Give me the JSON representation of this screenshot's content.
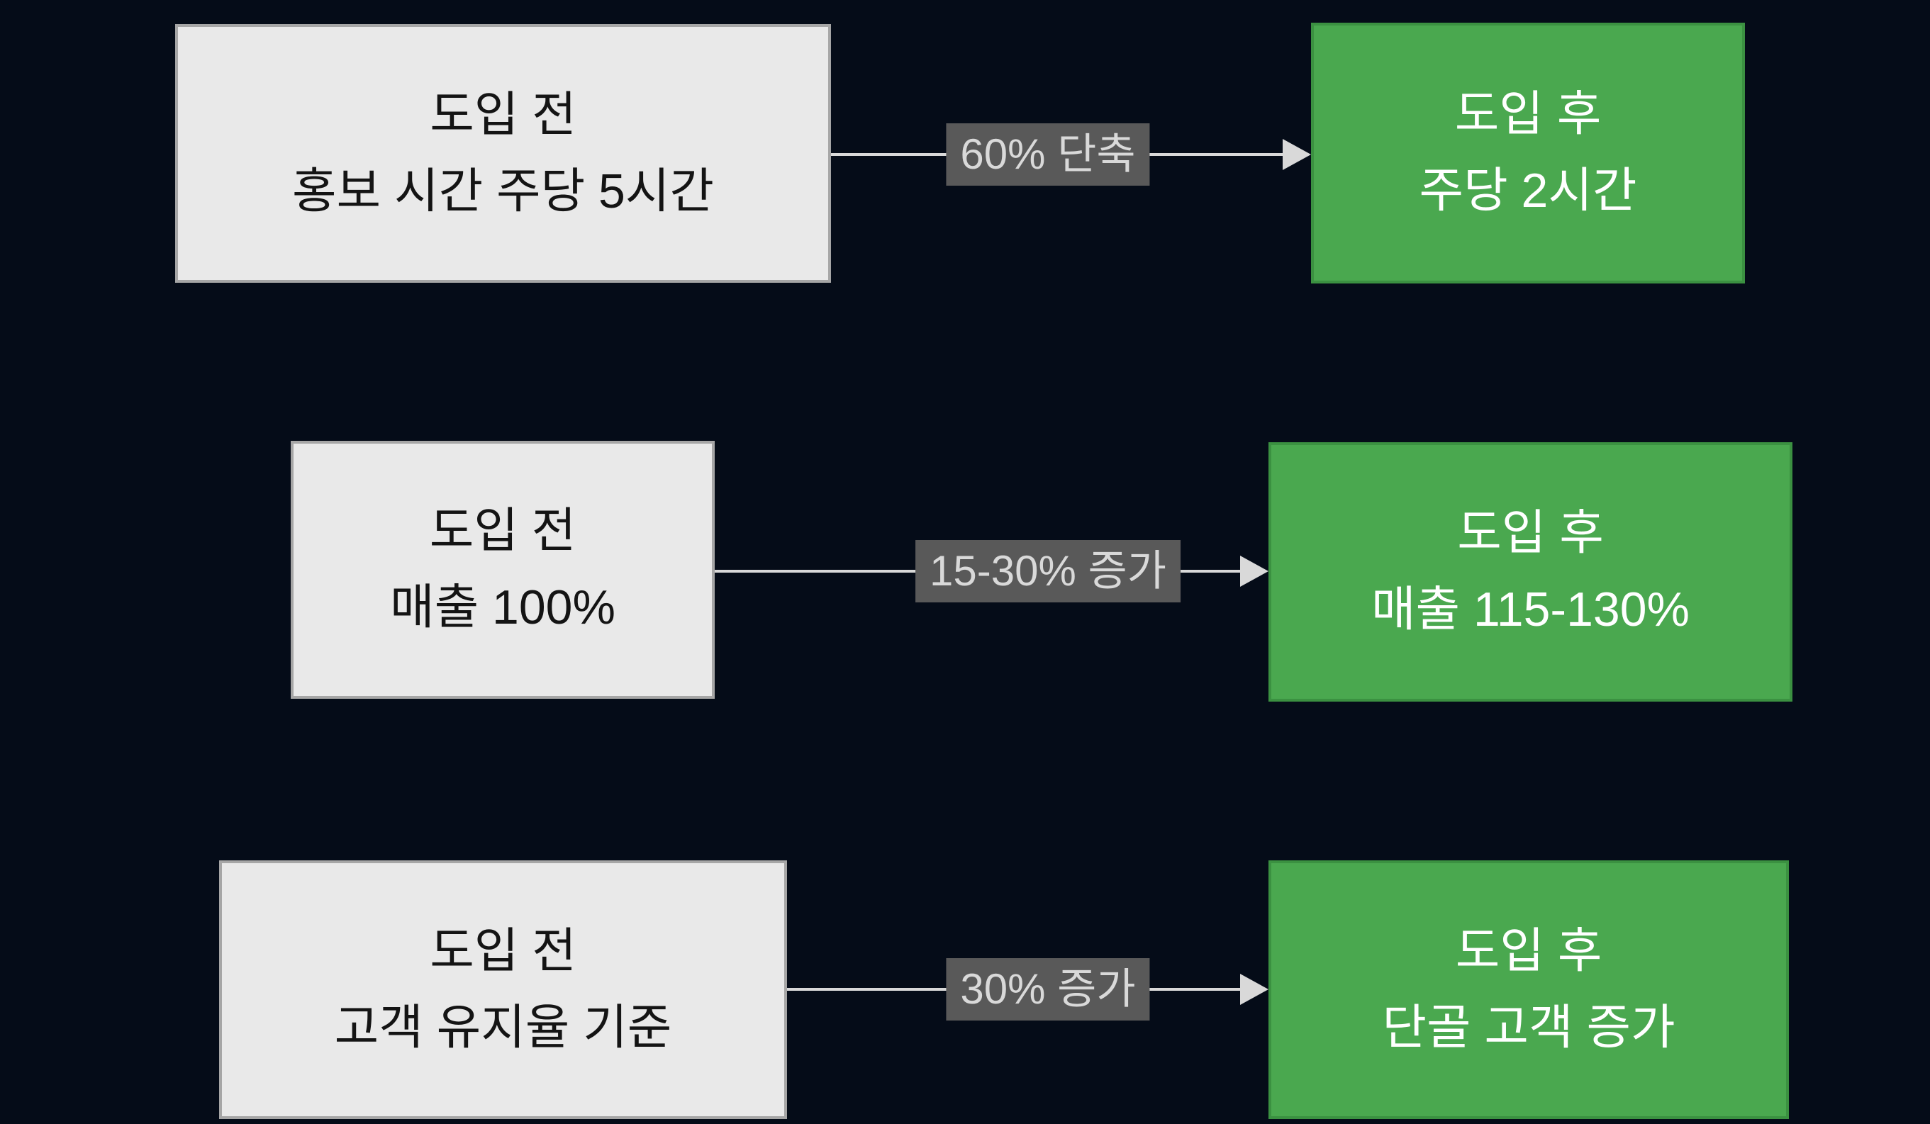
{
  "rows": [
    {
      "before": {
        "line1": "도입 전",
        "line2": "홍보 시간 주당 5시간"
      },
      "arrow_label": "60% 단축",
      "after": {
        "line1": "도입 후",
        "line2": "주당 2시간"
      }
    },
    {
      "before": {
        "line1": "도입 전",
        "line2": "매출 100%"
      },
      "arrow_label": "15-30% 증가",
      "after": {
        "line1": "도입 후",
        "line2": "매출 115-130%"
      }
    },
    {
      "before": {
        "line1": "도입 전",
        "line2": "고객 유지율 기준"
      },
      "arrow_label": "30% 증가",
      "after": {
        "line1": "도입 후",
        "line2": "단골 고객 증가"
      }
    }
  ],
  "colors": {
    "background": "#050c18",
    "before_box_fill": "#e9e9e9",
    "before_box_border": "#a6a6a6",
    "before_text": "#141414",
    "after_box_fill": "#4aa84f",
    "after_box_border": "#3b9141",
    "after_text": "#ffffff",
    "arrow": "#d9d9d9",
    "arrow_label_bg": "#595959",
    "arrow_label_text": "#d9d9d9"
  }
}
